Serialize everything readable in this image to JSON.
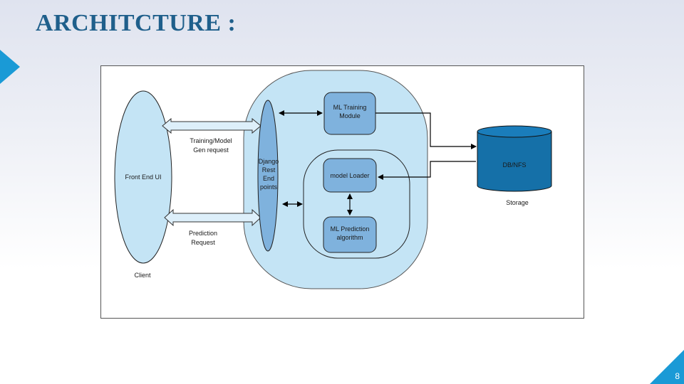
{
  "slide": {
    "title": "ARCHITCTURE :",
    "page_number": "8"
  },
  "diagram": {
    "client": {
      "node_label": "Front End UI",
      "caption": "Client"
    },
    "arrows": {
      "training_request": [
        "Training/Model",
        "Gen request"
      ],
      "prediction_request": [
        "Prediction",
        "Request"
      ]
    },
    "server": {
      "endpoints": [
        "Django",
        "Rest",
        "End",
        "points"
      ],
      "training_module": [
        "ML Training",
        "Module"
      ],
      "model_loader": "model Loader",
      "prediction_algorithm": [
        "ML Prediction",
        "algorithm"
      ]
    },
    "storage": {
      "node_label": "DB/NFS",
      "caption": "Storage"
    }
  },
  "colors": {
    "title": "#1f5f8b",
    "accent_triangle": "#1a9ad6",
    "server_bg": "#c4e4f5",
    "node_fill": "#7fb2dd",
    "client_fill": "#c4e4f5",
    "db_fill": "#1570a8"
  }
}
